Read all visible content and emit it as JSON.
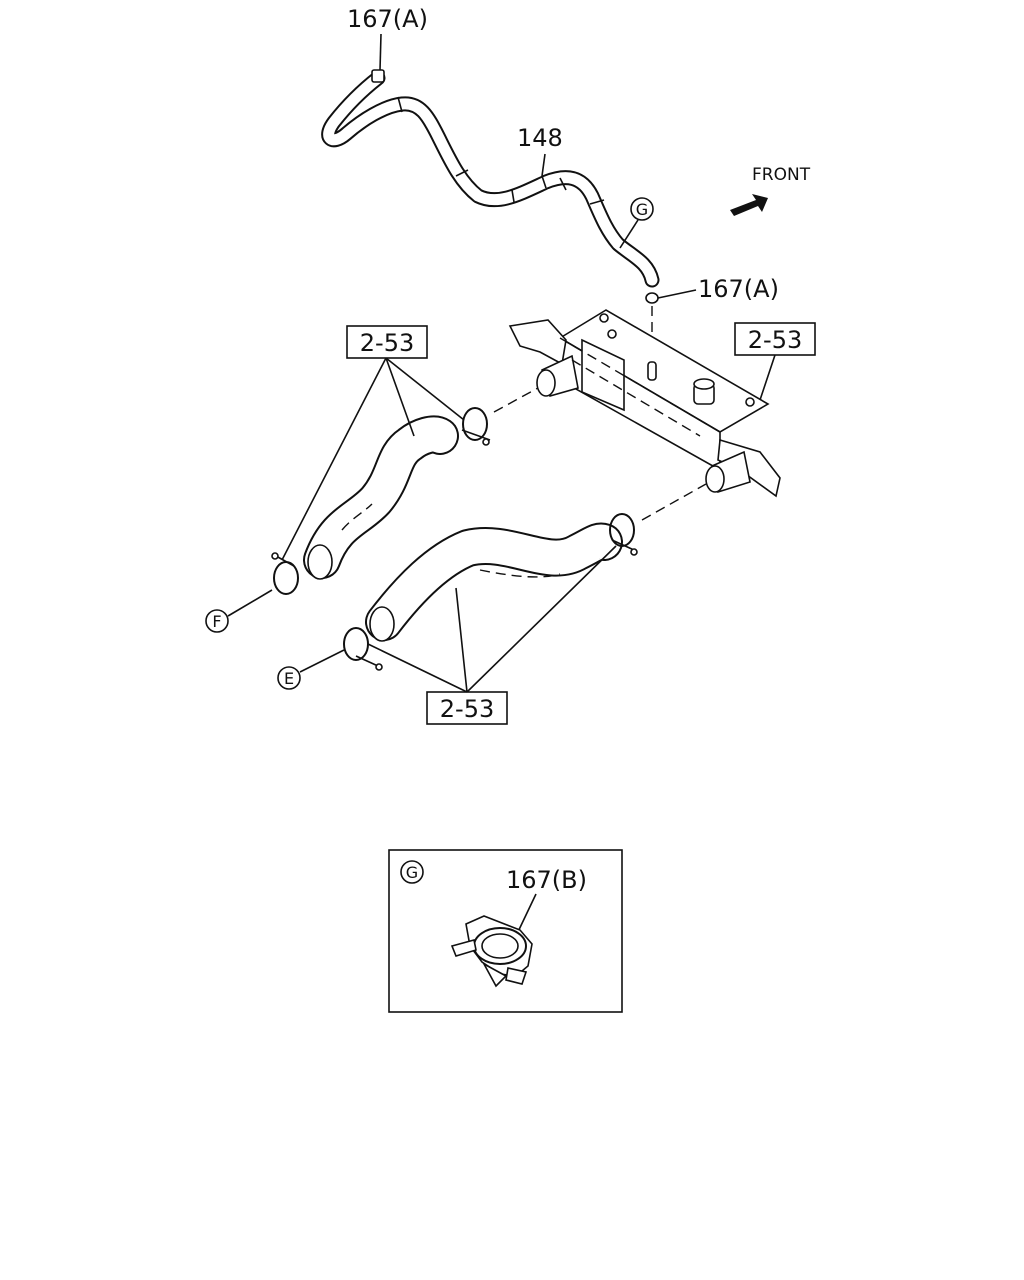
{
  "diagram": {
    "front_label": "FRONT",
    "callouts": {
      "top_part_a": "167(A)",
      "hose_148": "148",
      "right_part_a": "167(A)",
      "ref_left_top": "2-53",
      "ref_right": "2-53",
      "ref_bottom": "2-53"
    },
    "circle_labels": {
      "g_top": "G",
      "f": "F",
      "e": "E"
    },
    "detail": {
      "circle_label": "G",
      "part_label": "167(B)"
    }
  }
}
